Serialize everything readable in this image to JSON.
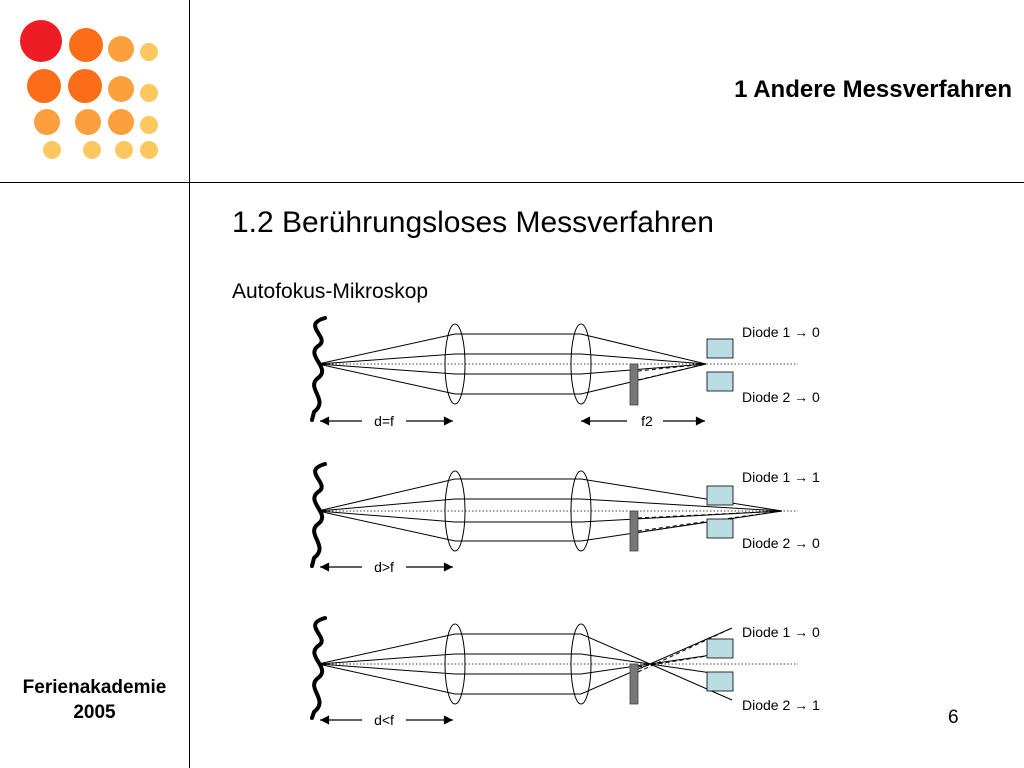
{
  "header": {
    "title": "1 Andere Messverfahren"
  },
  "slide": {
    "title": "1.2 Berührungsloses Messverfahren",
    "subtitle": "Autofokus-Mikroskop"
  },
  "footer": {
    "line1": "Ferienakademie",
    "line2": "2005"
  },
  "page_number": "6",
  "colors": {
    "logo_red": "#ee1c24",
    "logo_orange": "#fb6d18",
    "logo_light_orange": "#fba03c",
    "logo_yellow": "#fcc85f",
    "diode_fill": "#b9dde2",
    "blade_fill": "#777777"
  },
  "diagram": {
    "panels": [
      {
        "condition": "d=f",
        "diode1": "Diode 1 → 0",
        "diode2": "Diode 2 → 0",
        "focal_label": "f2"
      },
      {
        "condition": "d>f",
        "diode1": "Diode 1 → 1",
        "diode2": "Diode 2 → 0"
      },
      {
        "condition": "d<f",
        "diode1": "Diode 1 → 0",
        "diode2": "Diode 2 → 1"
      }
    ]
  }
}
